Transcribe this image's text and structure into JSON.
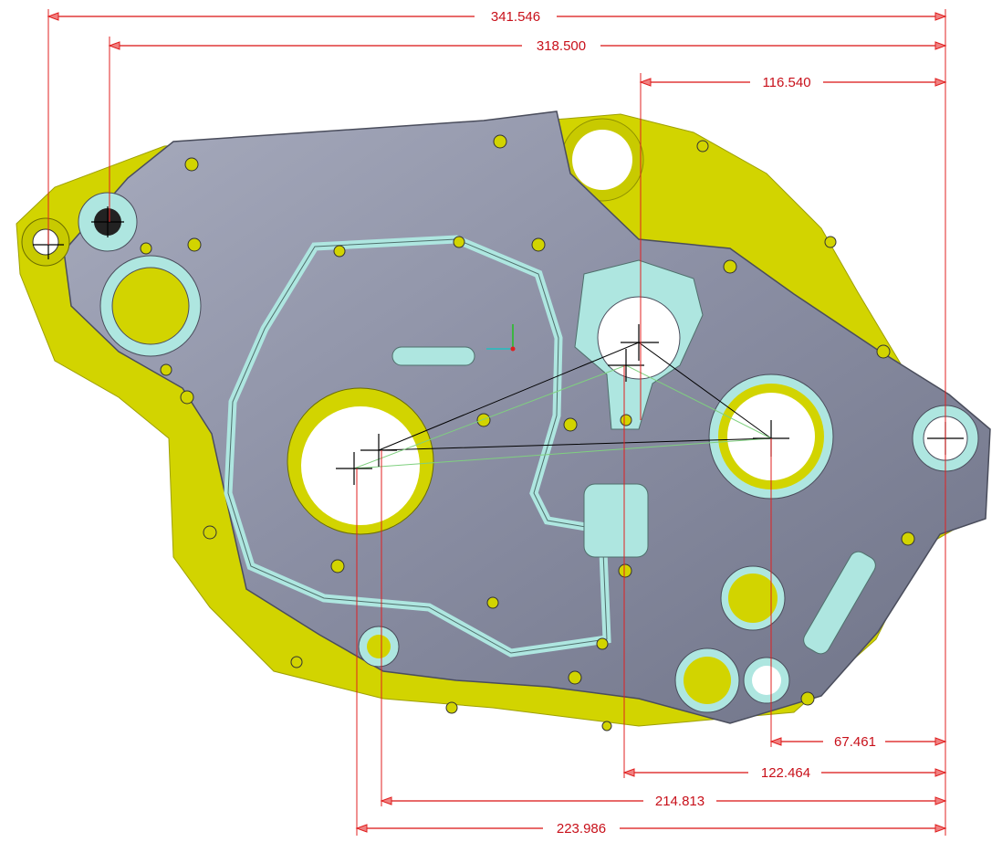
{
  "view": {
    "title": "Crankcase half with dimensions",
    "colors": {
      "back_part": "#d6d800",
      "front_part": "#8e92a6",
      "gasket": "#aee6e0",
      "dimension": "#c8101a"
    }
  },
  "dimensions": {
    "top": [
      "341.546",
      "318.500",
      "116.540"
    ],
    "bottom": [
      "67.461",
      "122.464",
      "214.813",
      "223.986"
    ]
  }
}
